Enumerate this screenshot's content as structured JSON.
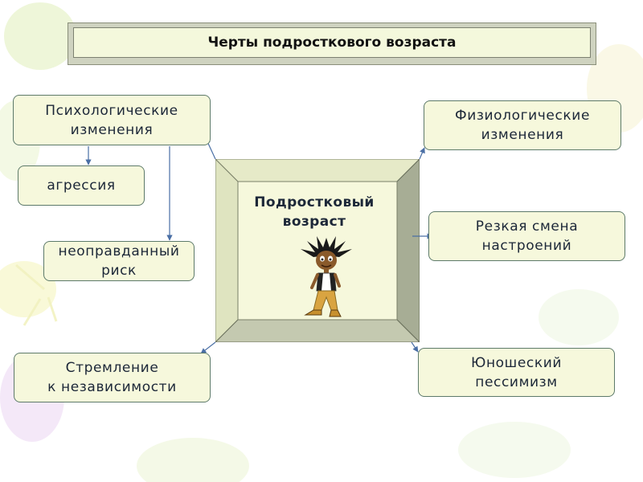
{
  "title": "Черты подросткового возраста",
  "center": {
    "label": "Подростковый\nвозраст"
  },
  "boxes": {
    "psych": "Психологические\nизменения",
    "aggression": "агрессия",
    "risk": "неоправданный\nриск",
    "independence": "Стремление\nк независимости",
    "physio": "Физиологические\nизменения",
    "mood": "Резкая смена\nнастроений",
    "pessimism": "Юношеский\nпессимизм"
  },
  "colors": {
    "box_fill": "#f6f8dc",
    "box_border": "#5d7a6a",
    "text": "#1c2738",
    "connector": "#4a6fa5"
  },
  "illustration": "cartoon-teenager-icon"
}
